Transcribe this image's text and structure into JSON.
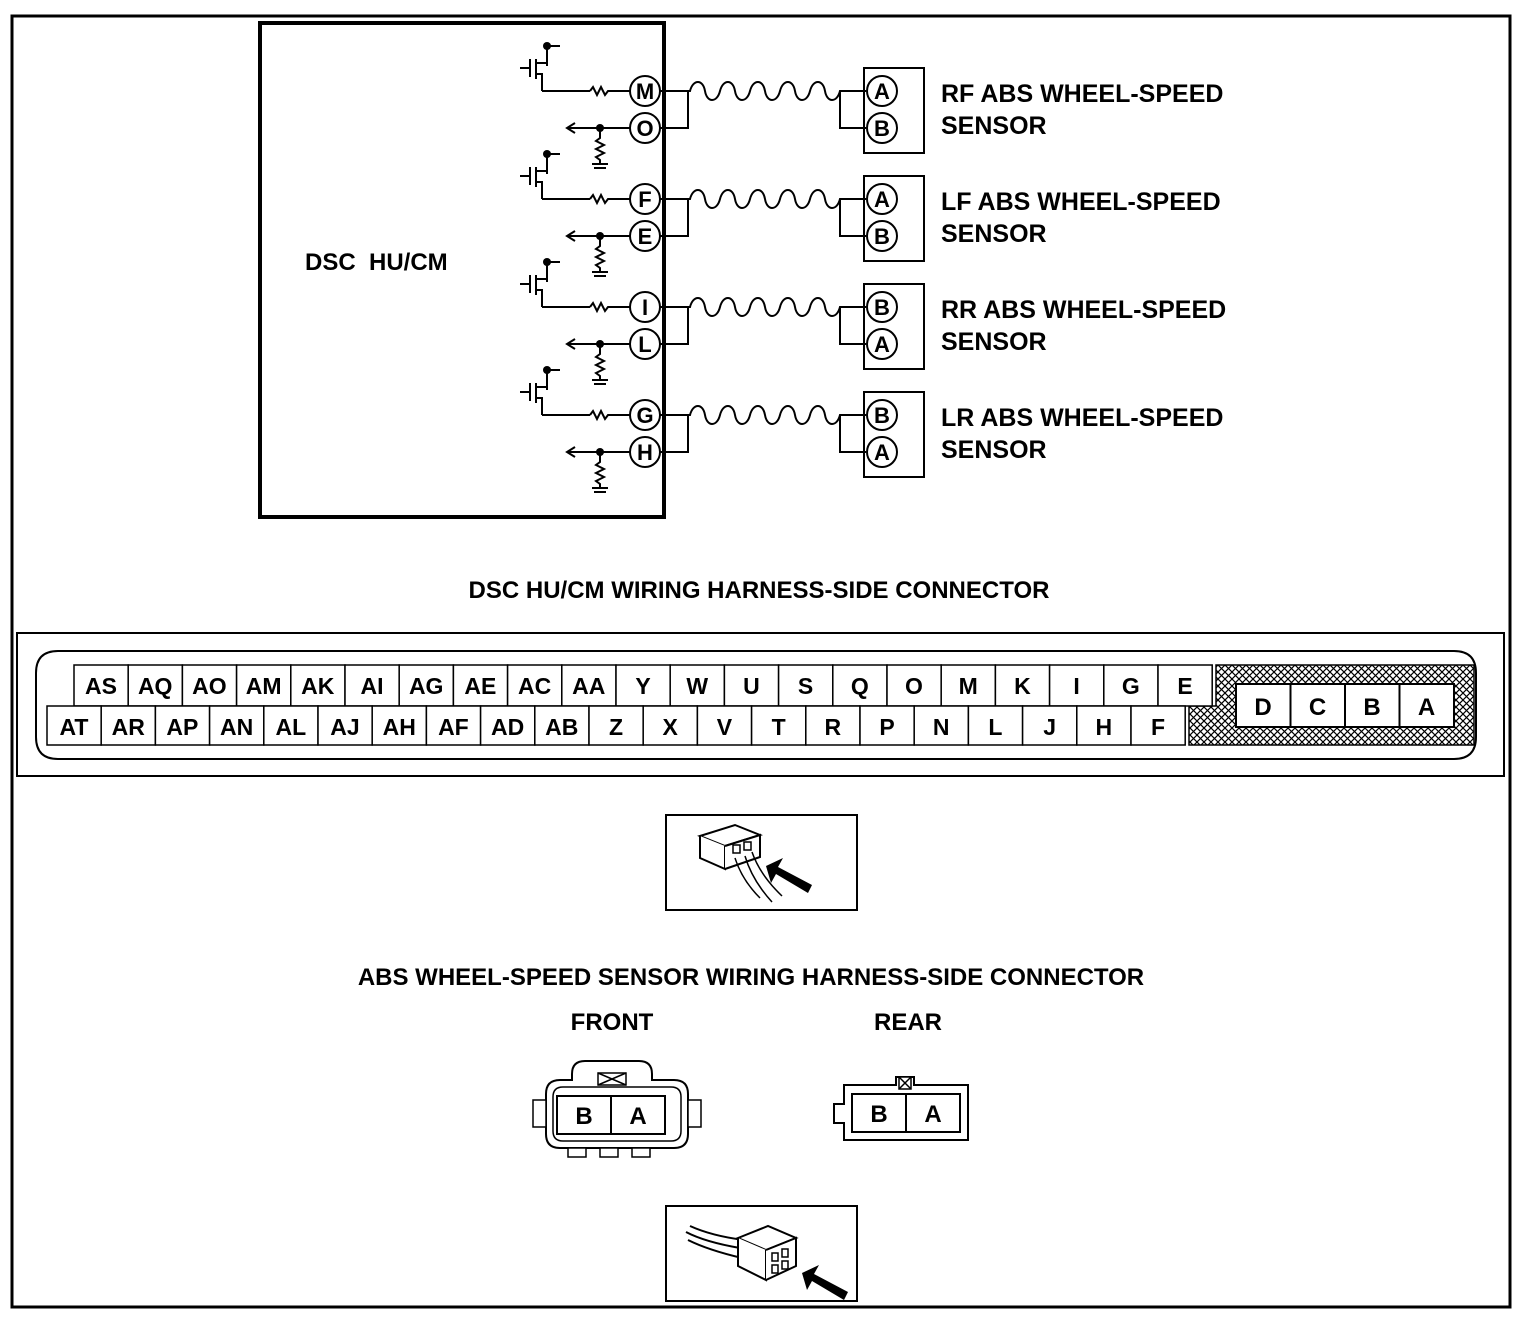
{
  "module": {
    "label": "DSC  HU/CM"
  },
  "sensors": [
    {
      "name": "rf",
      "line1": "RF ABS WHEEL-SPEED",
      "line2": "SENSOR",
      "module_pins": [
        "M",
        "O"
      ],
      "sensor_pins": [
        "A",
        "B"
      ]
    },
    {
      "name": "lf",
      "line1": "LF ABS WHEEL-SPEED",
      "line2": "SENSOR",
      "module_pins": [
        "F",
        "E"
      ],
      "sensor_pins": [
        "A",
        "B"
      ]
    },
    {
      "name": "rr",
      "line1": "RR ABS WHEEL-SPEED",
      "line2": "SENSOR",
      "module_pins": [
        "I",
        "L"
      ],
      "sensor_pins": [
        "B",
        "A"
      ]
    },
    {
      "name": "lr",
      "line1": "LR ABS WHEEL-SPEED",
      "line2": "SENSOR",
      "module_pins": [
        "G",
        "H"
      ],
      "sensor_pins": [
        "B",
        "A"
      ]
    }
  ],
  "module_connector": {
    "title": "DSC HU/CM WIRING HARNESS-SIDE CONNECTOR",
    "top_row": [
      "AS",
      "AQ",
      "AO",
      "AM",
      "AK",
      "AI",
      "AG",
      "AE",
      "AC",
      "AA",
      "Y",
      "W",
      "U",
      "S",
      "Q",
      "O",
      "M",
      "K",
      "I",
      "G",
      "E"
    ],
    "bottom_row": [
      "AT",
      "AR",
      "AP",
      "AN",
      "AL",
      "AJ",
      "AH",
      "AF",
      "AD",
      "AB",
      "Z",
      "X",
      "V",
      "T",
      "R",
      "P",
      "N",
      "L",
      "J",
      "H",
      "F"
    ],
    "large_pins": [
      "D",
      "C",
      "B",
      "A"
    ]
  },
  "sensor_connector": {
    "title": "ABS WHEEL-SPEED SENSOR WIRING HARNESS-SIDE CONNECTOR",
    "front": {
      "label": "FRONT",
      "pins": [
        "B",
        "A"
      ]
    },
    "rear": {
      "label": "REAR",
      "pins": [
        "B",
        "A"
      ]
    }
  }
}
